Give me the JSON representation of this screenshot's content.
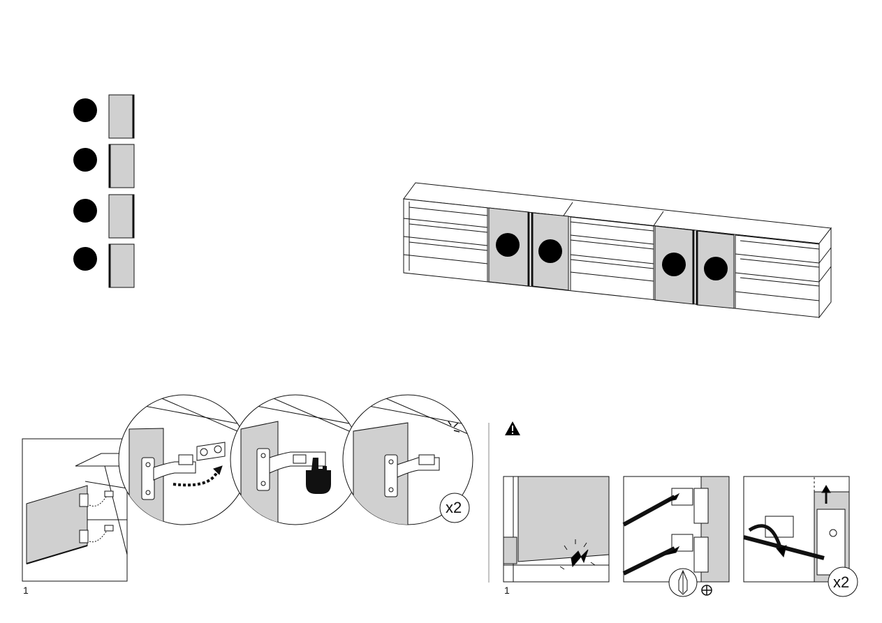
{
  "page": {
    "page_number_left": "1",
    "page_number_right": "1"
  },
  "door_legend": {
    "items": [
      {
        "badge": "",
        "panel": "door-panel-1"
      },
      {
        "badge": "",
        "panel": "door-panel-2"
      },
      {
        "badge": "",
        "panel": "door-panel-3"
      },
      {
        "badge": "",
        "panel": "door-panel-4"
      }
    ]
  },
  "steps": {
    "hinge_attach": {
      "repeat_label": "x2"
    },
    "adjust": {
      "repeat_label": "x2"
    }
  },
  "icons": [
    "warning-icon",
    "phillips-screwdriver-icon",
    "phillips-head-symbol-icon",
    "click-sound-icon",
    "press-hand-icon"
  ],
  "colors": {
    "panel": "#d0d0d0",
    "line": "#111111",
    "badge": "#000000"
  }
}
